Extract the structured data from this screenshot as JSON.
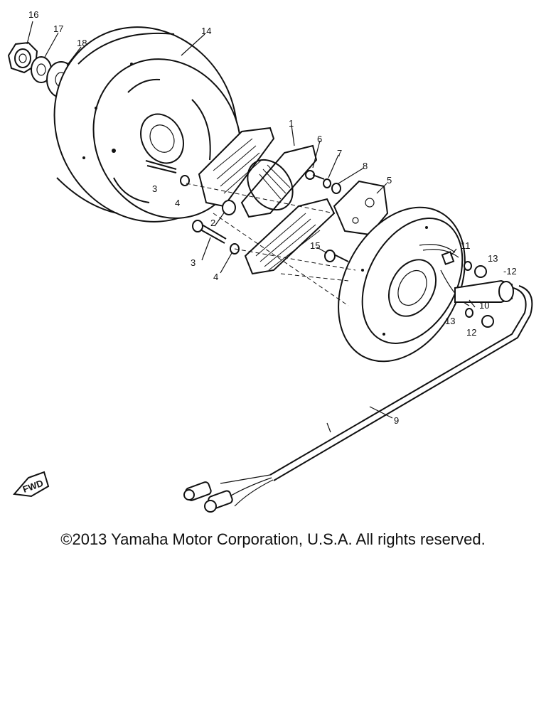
{
  "callouts": {
    "p1": "1",
    "p2": "2",
    "p3a": "3",
    "p3b": "3",
    "p4a": "4",
    "p4b": "4",
    "p5": "5",
    "p6": "6",
    "p7": "7",
    "p8": "8",
    "p9": "9",
    "p10": "10",
    "p11": "11",
    "p12a": "-12",
    "p12b": "12",
    "p13a": "13",
    "p13b": "13",
    "p14": "14",
    "p15": "15",
    "p16": "16",
    "p17": "17",
    "p18": "18"
  },
  "fwd_label": "FWD",
  "copyright": "©2013 Yamaha Motor Corporation, U.S.A. All rights reserved."
}
